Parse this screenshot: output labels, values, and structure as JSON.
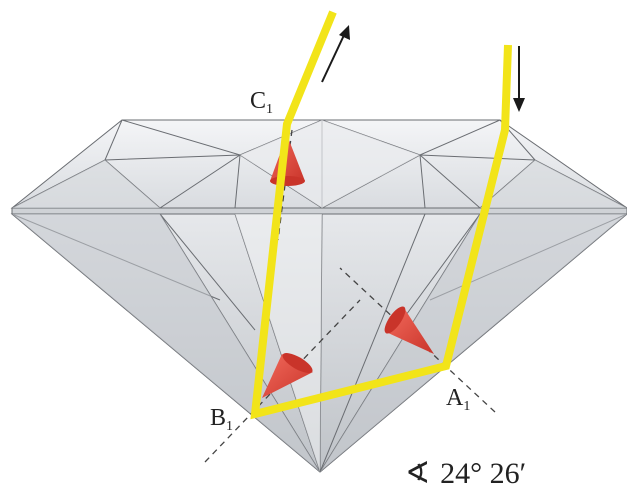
{
  "labels": {
    "c": {
      "main": "C",
      "sub": "1"
    },
    "b": {
      "main": "B",
      "sub": "1"
    },
    "a": {
      "main": "A",
      "sub": "1"
    }
  },
  "angle": {
    "symbol": "∢",
    "value": "24° 26′"
  },
  "colors": {
    "ray": "#f2e419",
    "arrow": "#1a1a1a",
    "facet_line": "#555555",
    "cone_fill": "#e94b3c",
    "cone_dark": "#b3261e",
    "dashed": "#444444",
    "diamond_light": "#eef0f2",
    "diamond_mid": "#d3d6da",
    "diamond_dark": "#b8bcc2"
  }
}
